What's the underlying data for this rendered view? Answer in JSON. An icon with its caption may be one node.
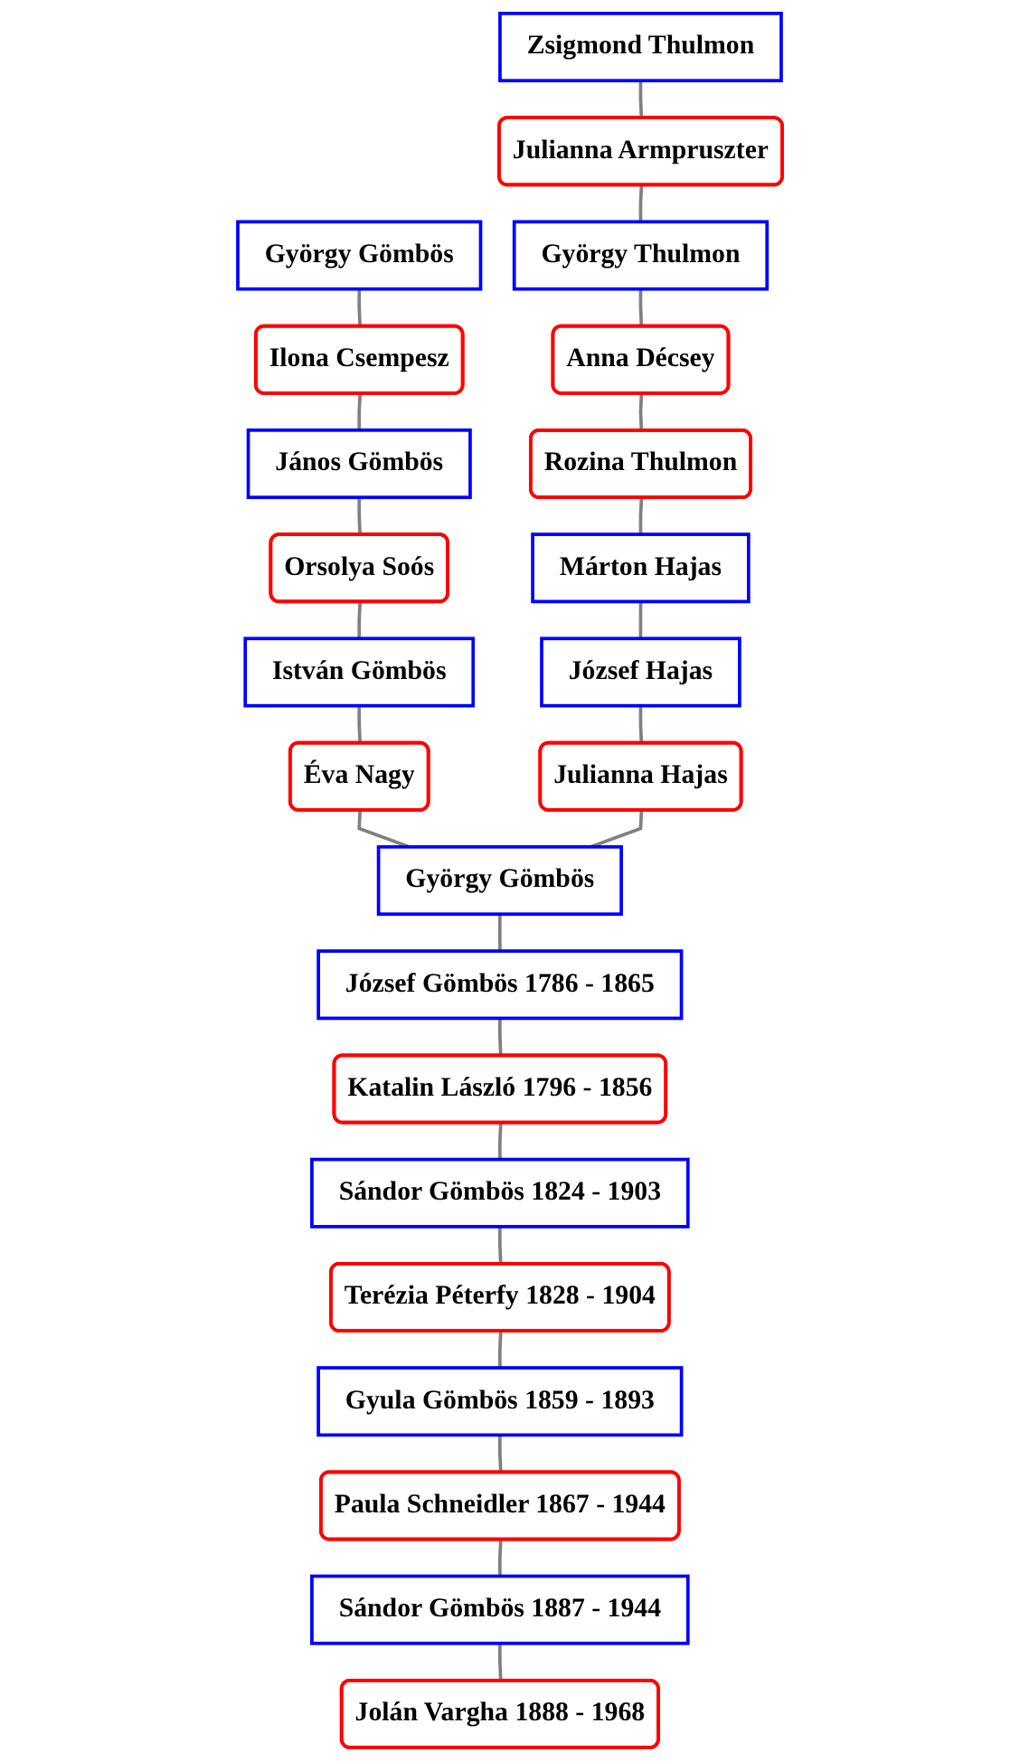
{
  "diagram": {
    "nodes": [
      {
        "text": [
          "Zsigmond Thulmon"
        ]
      },
      {
        "text": [
          "Julianna Armpruszter"
        ]
      },
      {
        "text": [
          "György Thulmon"
        ]
      },
      {
        "text": [
          "Anna Décsey"
        ]
      },
      {
        "text": [
          "György Gömbös"
        ]
      },
      {
        "text": [
          "Ilona Csempesz"
        ]
      },
      {
        "text": [
          "Rozina Thulmon"
        ]
      },
      {
        "text": [
          "Márton Hajas"
        ]
      },
      {
        "text": [
          "János Gömbös"
        ]
      },
      {
        "text": [
          "Orsolya Soós"
        ]
      },
      {
        "text": [
          "József Hajas"
        ]
      },
      {
        "text": [
          "István Gömbös"
        ]
      },
      {
        "text": [
          "Éva Nagy"
        ]
      },
      {
        "text": [
          "Julianna Hajas"
        ]
      },
      {
        "text": [
          "György Gömbös"
        ]
      },
      {
        "text": [
          "József Gömbös 1786 - 1865"
        ]
      },
      {
        "text": [
          "Katalin László 1796 - 1856"
        ]
      },
      {
        "text": [
          "Sándor Gömbös 1824 - 1903"
        ]
      },
      {
        "text": [
          "Terézia Péterfy 1828 - 1904"
        ]
      },
      {
        "text": [
          "Gyula Gömbös 1859 - 1893"
        ]
      },
      {
        "text": [
          "Paula Schneidler 1867 - 1944"
        ]
      },
      {
        "text": [
          "Sándor Gömbös 1887 - 1944"
        ]
      },
      {
        "text": [
          "Jolán Vargha 1888 - 1968"
        ]
      }
    ],
    "edges": [
      {
        "from": 0,
        "to": 1,
        "arrow": "none"
      },
      {
        "from": 1,
        "to": 2,
        "arrow": "none"
      },
      {
        "from": 2,
        "to": 3,
        "arrow": "none"
      },
      {
        "from": 4,
        "to": 5,
        "arrow": "none"
      },
      {
        "from": 3,
        "to": 6,
        "arrow": "none"
      },
      {
        "from": 6,
        "to": 7,
        "arrow": "none"
      },
      {
        "from": 5,
        "to": 8,
        "arrow": "none"
      },
      {
        "from": 8,
        "to": 9,
        "arrow": "none"
      },
      {
        "from": 7,
        "to": 10,
        "arrow": "none"
      },
      {
        "from": 9,
        "to": 11,
        "arrow": "none"
      },
      {
        "from": 11,
        "to": 12,
        "arrow": "none"
      },
      {
        "from": 10,
        "to": 13,
        "arrow": "none"
      },
      {
        "from": 12,
        "to": 14,
        "arrow": "none"
      },
      {
        "from": 13,
        "to": 14,
        "arrow": "none"
      },
      {
        "from": 14,
        "to": 15,
        "arrow": "none"
      },
      {
        "from": 15,
        "to": 16,
        "arrow": "none"
      },
      {
        "from": 16,
        "to": 17,
        "arrow": "none"
      },
      {
        "from": 17,
        "to": 18,
        "arrow": "none"
      },
      {
        "from": 18,
        "to": 19,
        "arrow": "none"
      },
      {
        "from": 19,
        "to": 20,
        "arrow": "none"
      },
      {
        "from": 20,
        "to": 21,
        "arrow": "none"
      },
      {
        "from": 21,
        "to": 22,
        "arrow": "none"
      }
    ]
  }
}
